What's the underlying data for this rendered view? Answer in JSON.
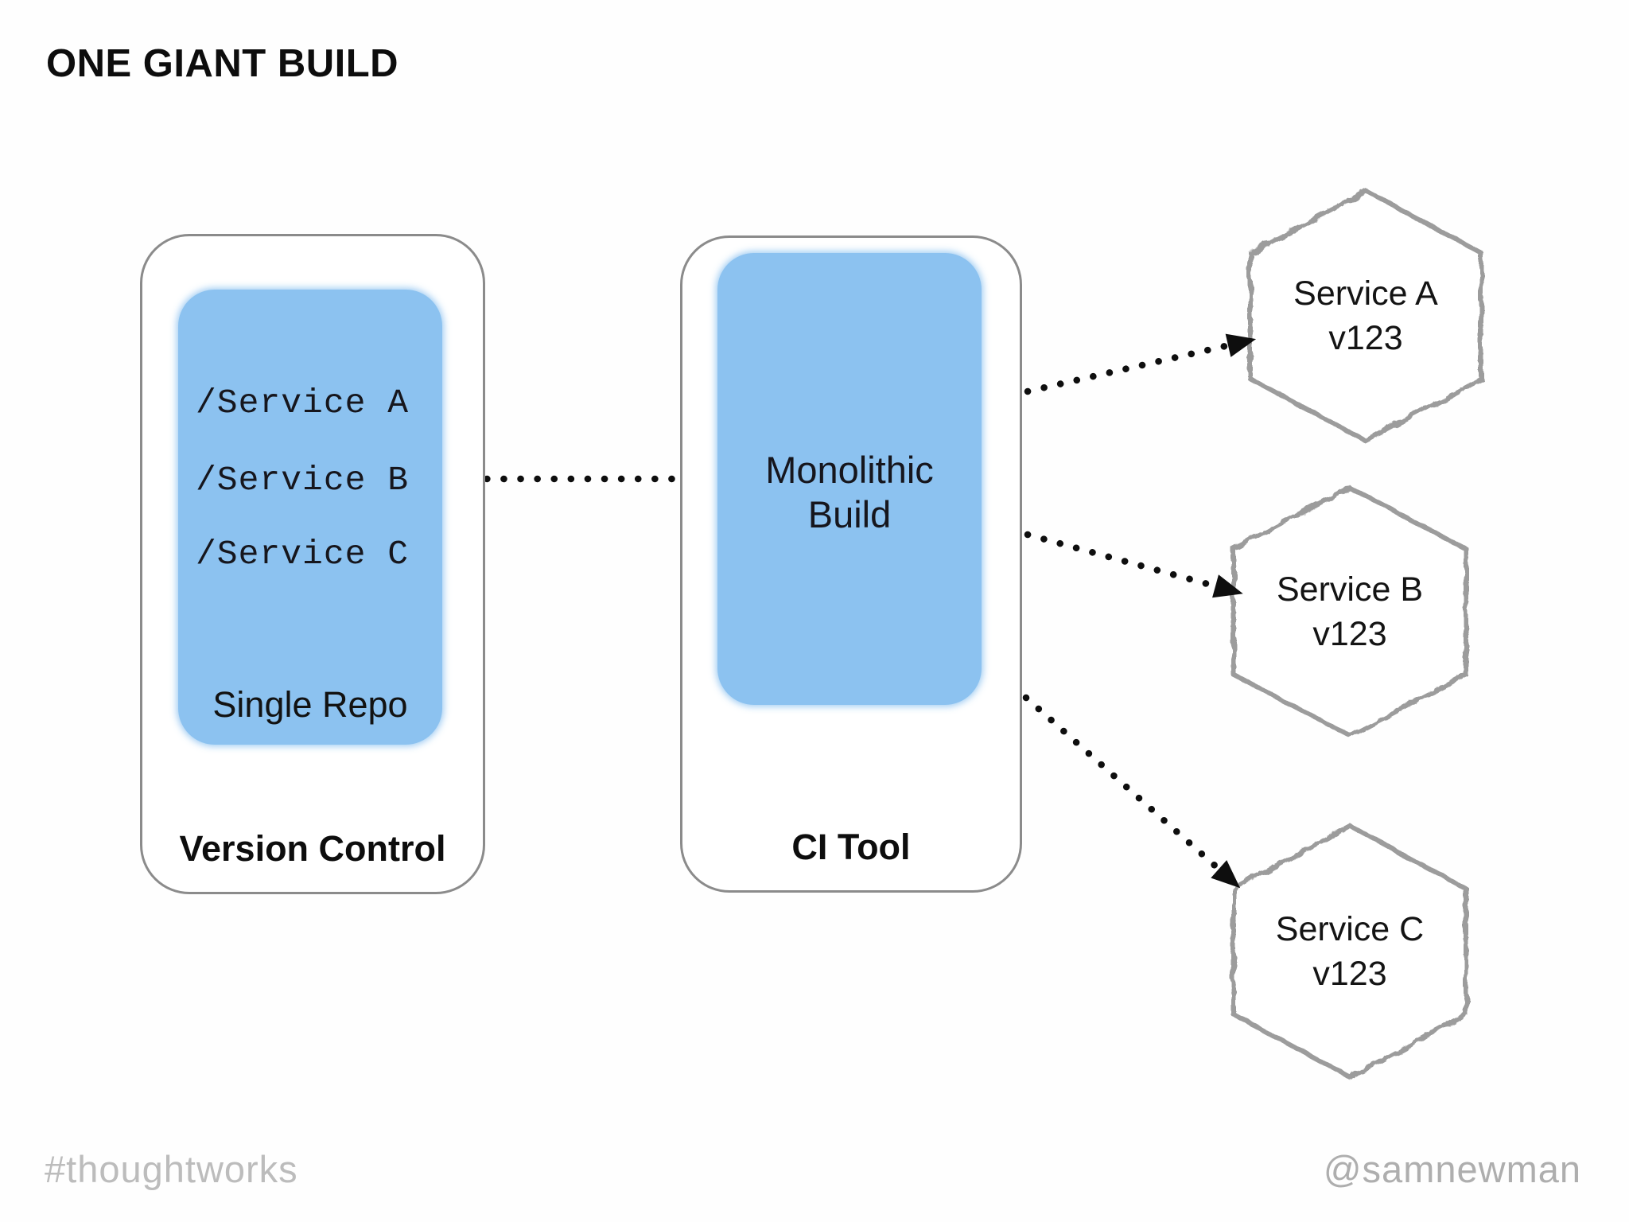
{
  "title": "ONE GIANT BUILD",
  "version_control": {
    "label": "Version Control",
    "repo": {
      "label": "Single Repo",
      "entries": [
        "/Service A",
        "/Service B",
        "/Service C"
      ]
    }
  },
  "ci_tool": {
    "label": "CI Tool",
    "build": {
      "line1": "Monolithic",
      "line2": "Build"
    }
  },
  "services": [
    {
      "name": "Service A",
      "version": "v123"
    },
    {
      "name": "Service B",
      "version": "v123"
    },
    {
      "name": "Service C",
      "version": "v123"
    }
  ],
  "footer": {
    "left": "#thoughtworks",
    "right": "@samnewman"
  },
  "colors": {
    "box_blue": "#8cc2f0",
    "outline_gray": "#8b8b8b",
    "hexagon_sketch_gray": "#9c9c9c",
    "arrow_black": "#0e0e0e",
    "footer_gray": "#b5b5b5"
  }
}
